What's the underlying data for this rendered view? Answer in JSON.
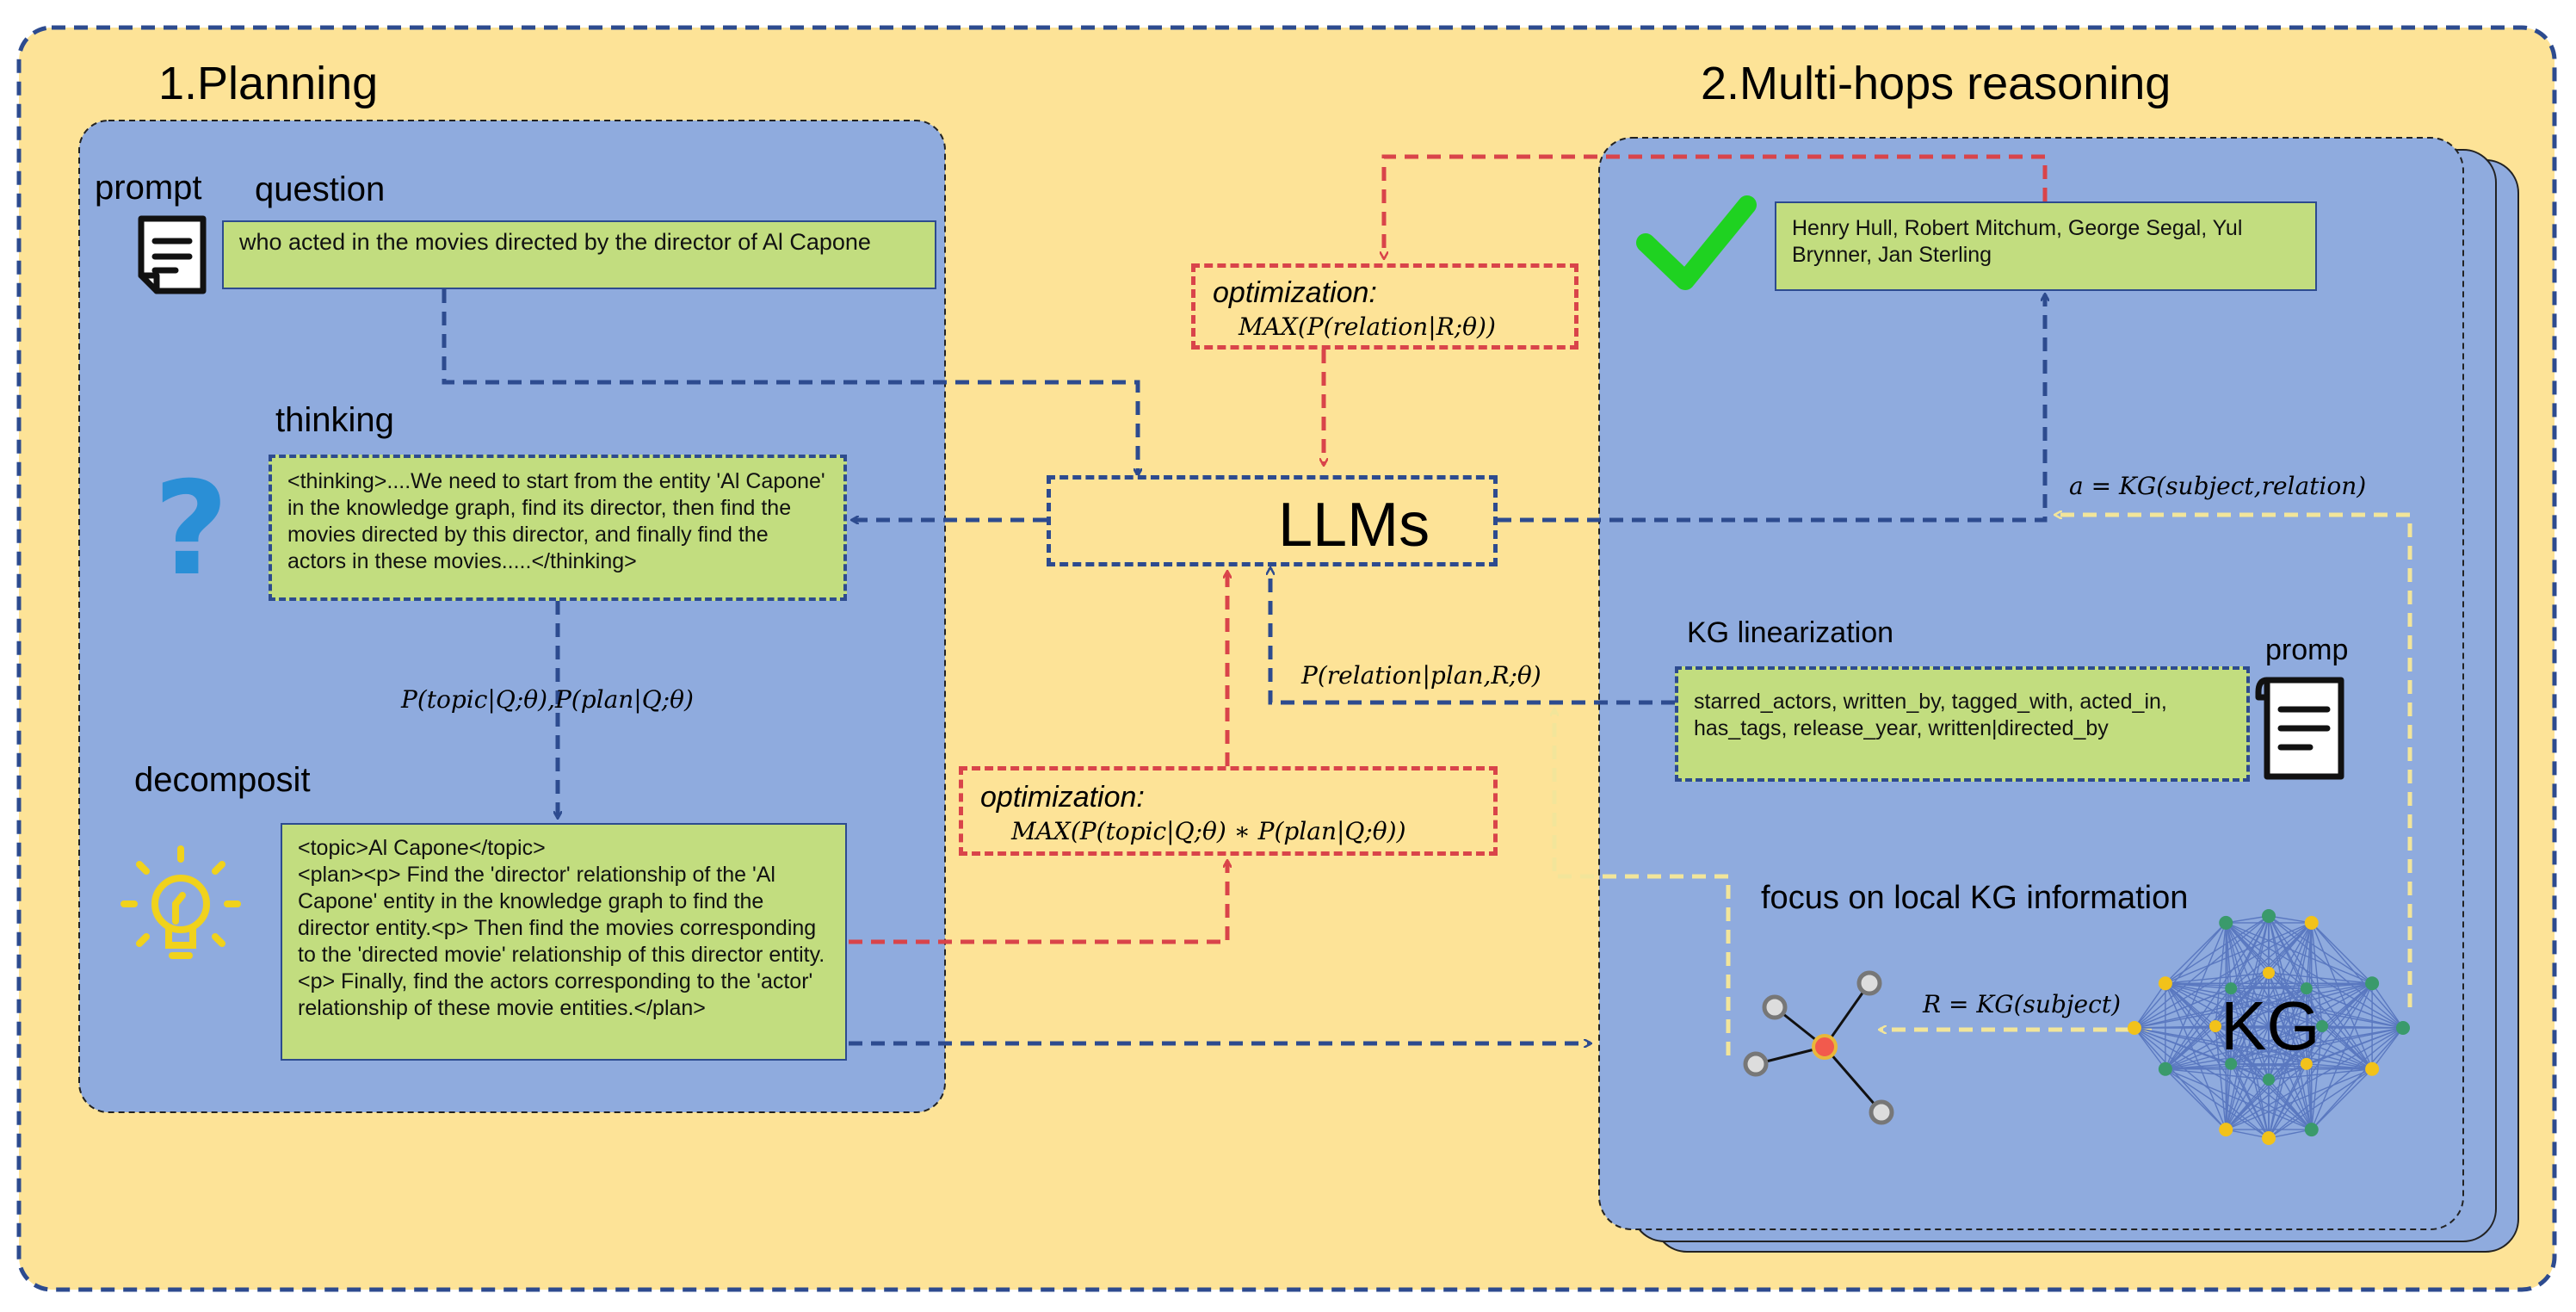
{
  "headings": {
    "planning": "1.Planning",
    "reasoning": "2.Multi-hops reasoning"
  },
  "planning": {
    "prompt_label": "prompt",
    "question_label": "question",
    "question_text": "who acted in the movies directed by the director of Al Capone",
    "thinking_label": "thinking",
    "thinking_text": "<thinking>....We need to start from the entity 'Al Capone' in the knowledge graph, find its director, then find the movies directed by this director, and finally find the actors in these movies.....</thinking>",
    "prob_label": "P(topic|Q;θ),P(plan|Q;θ)",
    "decompose_label": "decomposit",
    "decompose_text": "<topic>Al Capone</topic>\n<plan><p> Find the 'director' relationship of the 'Al Capone' entity in the knowledge graph to find the director entity.<p> Then find the movies corresponding to the 'directed movie' relationship of this director entity.<p> Finally, find the actors corresponding to the 'actor' relationship of these movie entities.</plan>"
  },
  "center": {
    "llm_label": "LLMs",
    "opt_top_title": "optimization:",
    "opt_top_formula": "MAX(P(relation|R;θ))",
    "opt_bottom_title": "optimization:",
    "opt_bottom_formula": "MAX(P(topic|Q;θ) ∗ P(plan|Q;θ))",
    "relation_prob": "P(relation|plan,R;θ)"
  },
  "reasoning": {
    "answer_text": "Henry Hull, Robert Mitchum, George Segal, Yul Brynner, Jan Sterling",
    "answer_formula": "a = KG(subject,relation)",
    "kg_lin_label": "KG linearization",
    "kg_lin_text": "starred_actors, written_by, tagged_with, acted_in, has_tags, release_year, written|directed_by",
    "promp_label": "promp",
    "focus_label": "focus on local KG information",
    "r_formula": "R = KG(subject)",
    "kg_label": "KG"
  },
  "colors": {
    "background": "#fde397",
    "panel": "#8fabde",
    "box_green": "#c2dd7f",
    "blue_dash": "#2d4b8f",
    "red_dash": "#d9444a",
    "yellow_dash": "#f2e59a",
    "check_green": "#1fd221",
    "kg_node_green": "#3a9a6b",
    "kg_node_yellow": "#f2c21a",
    "question_icon": "#2a8fd6",
    "bulb_icon": "#f0d21c"
  },
  "icons": [
    "document-icon",
    "question-mark-icon",
    "lightbulb-icon",
    "checkmark-icon",
    "local-graph-icon",
    "kg-graph-icon"
  ]
}
